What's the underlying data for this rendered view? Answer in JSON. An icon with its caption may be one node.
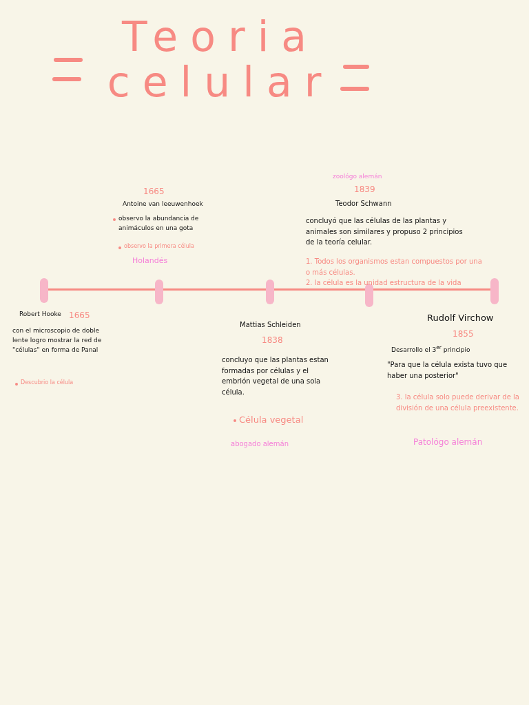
{
  "diagram": {
    "title": "Teoria celular",
    "labels": [
      "1665",
      "Antoine van leeuwenhoek",
      "observo la abundancia de animáculos en una gota",
      "observo la primera célula",
      "Holandés",
      "zoológo alemán",
      "1839",
      "Teodor Schwann",
      "concluyó que las células de las plantas y animales son similares y propuso 2 principios de la teoría celular.",
      "1. Todos los organismos estan compuestos por una o más células.",
      "2. la célula es la unidad estructura de la vida",
      "Robert Hooke",
      "1665",
      "con el microscopio de doble lente logro mostrar la red de \"células\" en forma de Panal",
      "Descubrio la célula",
      "Mattias Schleiden",
      "1838",
      "concluyo que las plantas estan formadas por células y el embrión vegetal de una sola célula.",
      "Célula vegetal",
      "abogado alemán",
      "Rudolf Virchow",
      "1855",
      "Desarrollo el 3$^{er}$ principio",
      "\"Para que la célula exista tuvo que haber una posterior\"",
      "3. la célula solo puede derivar de la división de una célula preexistente.",
      "Patológo alemán"
    ]
  }
}
